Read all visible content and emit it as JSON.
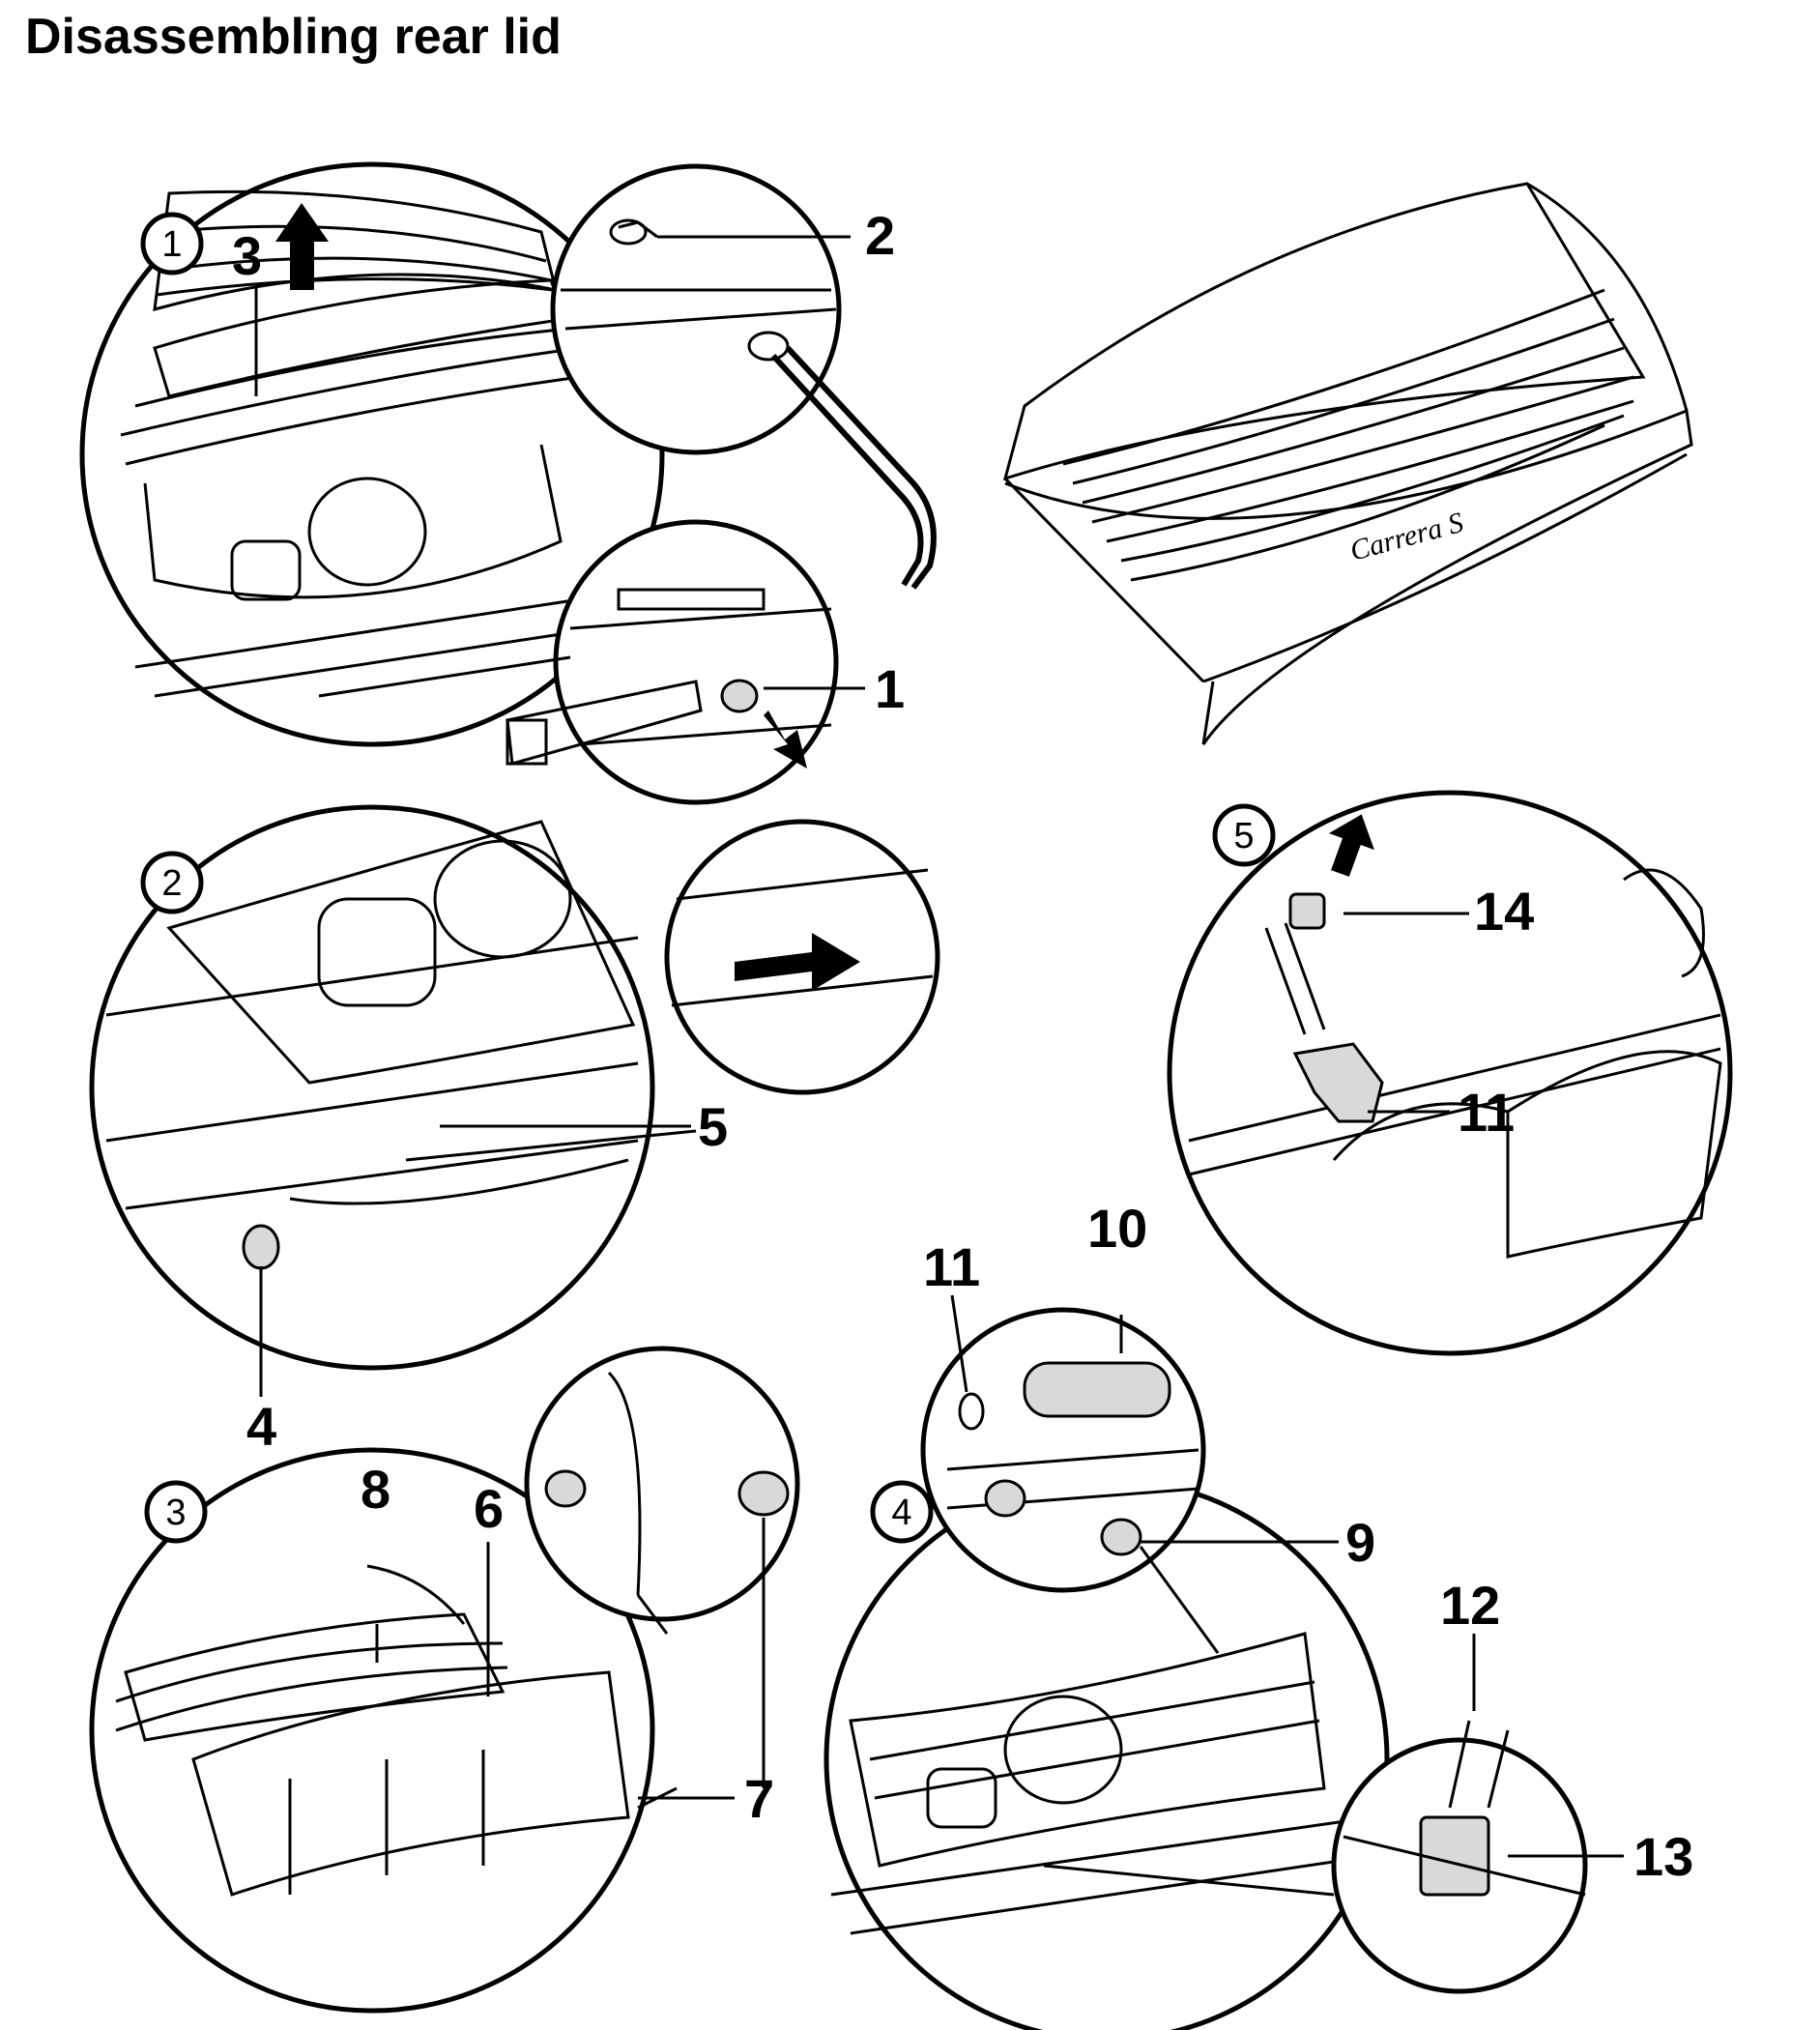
{
  "title": "Disassembling rear lid",
  "steps": [
    "1",
    "2",
    "3",
    "4",
    "5"
  ],
  "callouts": {
    "c1": "1",
    "c2": "2",
    "c3": "3",
    "c4": "4",
    "c5": "5",
    "c6": "6",
    "c7": "7",
    "c8": "8",
    "c9": "9",
    "c10": "10",
    "c11a": "11",
    "c11b": "11",
    "c12": "12",
    "c13": "13",
    "c14": "14"
  },
  "badge_text": "Carrera S",
  "colors": {
    "line": "#000000",
    "background": "#ffffff",
    "highlight": "#d9d9d9"
  }
}
